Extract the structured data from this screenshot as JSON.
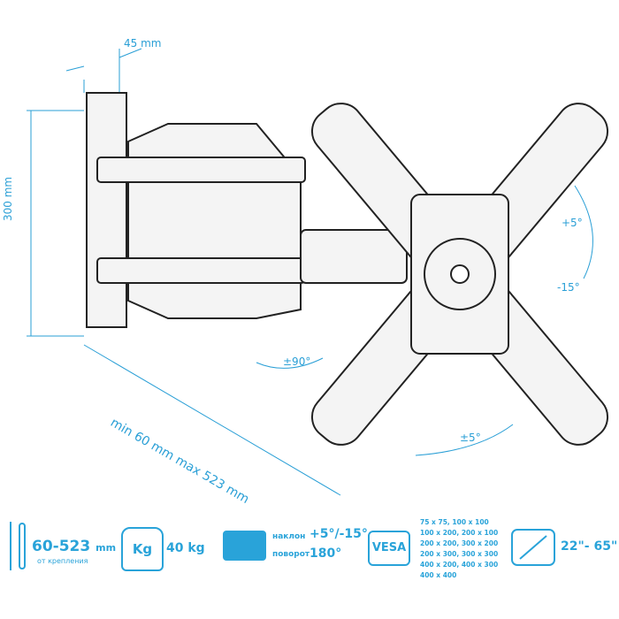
{
  "dimensions": {
    "depth_top": "45 mm",
    "height": "300 mm",
    "extension": "min 60 mm max 523 mm",
    "swivel": "±90°",
    "rotate": "±5°",
    "tilt_up": "+5°",
    "tilt_down": "-15°"
  },
  "specs": {
    "distance_value": "60-523",
    "distance_unit": "mm",
    "distance_caption": "от крепления",
    "weight_icon_label": "Kg",
    "weight_value": "40 kg",
    "tilt_label": "наклон",
    "tilt_value": "+5°/-15°",
    "swivel_label": "поворот",
    "swivel_value": "180°",
    "vesa_label": "VESA",
    "vesa_sizes": [
      "75 x 75, 100 x 100",
      "100 x 200, 200 x 100",
      "200 x 200, 300 x 200",
      "200 x 300, 300 x 300",
      "400 x 200, 400 x 300",
      "400 x 400"
    ],
    "screen_size": "22\"- 65\""
  },
  "colors": {
    "accent": "#29a3d9",
    "line": "#222222"
  }
}
